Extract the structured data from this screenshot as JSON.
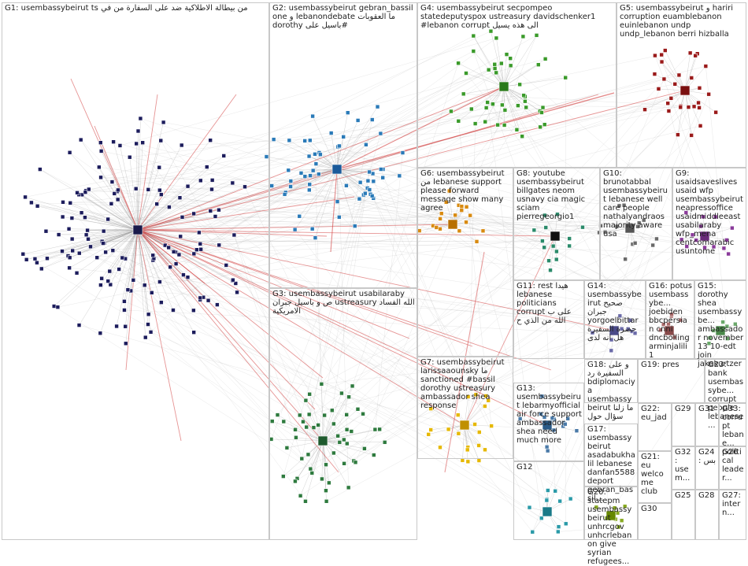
{
  "colors": {
    "edge_gray": "#9a9a9a",
    "edge_red": "#d23a3a",
    "border": "#c8c8c8",
    "g1": "#1c1c5c",
    "g2": "#2a7ab8",
    "g3": "#2e7a3e",
    "g4": "#3a9a2a",
    "g5": "#9a1a1a",
    "g6": "#d88a10",
    "g7": "#e6b800",
    "g8": "#2a8a6a",
    "g9": "#8a3a9a",
    "g10": "#6a6a6a"
  },
  "groups": [
    {
      "id": "G1",
      "label": "G1: usembassybeirut ts من بيطالة الاطلاكية ضد على السفارة من في"
    },
    {
      "id": "G2",
      "label": "G2: usembassybeirut gebran_bassil one و lebanondebate ما العقوبات dorothy باسيل على#"
    },
    {
      "id": "G3",
      "label": "G3: usembassybeirut usabilaraby ص و باسيل جبران ustreasury الله الفساد الامريكية"
    },
    {
      "id": "G4",
      "label": "G4: usembassybeirut secpompeo statedeputyspox ustreasury davidschenker1 #lebanon corrupt الى هذه يسيل"
    },
    {
      "id": "G5",
      "label": "G5: usembassybeirut و hariri corruption euamblebanon euinlebanon undp undp_lebanon berri hizballa"
    },
    {
      "id": "G6",
      "label": "G6: usembassybeirut من lebanese support please forward message show many agree"
    },
    {
      "id": "G7",
      "label": "G7: usembassybeirut larissaaounsky ما sanctioned #bassil dorothy ustreasury ambassador shea response"
    },
    {
      "id": "G8",
      "label": "G8: youtube usembassybeirut billgates neom usnavy cia magic sciam pierregeorgio1"
    },
    {
      "id": "G9",
      "label": "G9: usaidsaveslives usaid wfp usembassybeirut neapressoffice usaidmiddleeast usabilaraby wfp_mena centcomarabic usuntome"
    },
    {
      "id": "G10",
      "label": "G10: brunotabbal usembassybeirut lebanese well care people nathalyandraos majority aware usa"
    },
    {
      "id": "G11",
      "label": "G11: rest هيدا lebanese politicians corrupt على ب الله من الذي ح"
    },
    {
      "id": "G12",
      "label": "G12"
    },
    {
      "id": "G13",
      "label": "G13: usembassybeirut lebarmyofficial air force support ambassador shea need much more"
    },
    {
      "id": "G14",
      "label": "G14: usembassybeirut صحيح جبران yorgoelbittar حضرة السفيرة هل انه لدى"
    },
    {
      "id": "G15",
      "label": "G15: dorothy shea usembassybe... ambassador november 13 10-edt join jakekurtzer"
    },
    {
      "id": "G16",
      "label": "G16: potus usembassybe... joebiden bbcpersian cnni dncbolling arminjalili1"
    },
    {
      "id": "G17",
      "label": "G17: usembassybeirut asadabukhalil lebanese danfan5588 deport gebran_bassil..."
    },
    {
      "id": "G18",
      "label": "G18: و على السفيرة رد bdiplomaciya usembassybeirut ما زلنا سؤال حول"
    },
    {
      "id": "G19",
      "label": "G19: pres"
    },
    {
      "id": "G20",
      "label": "G20: statepm usembassybeirut unhrcgov unhcrlebanon give syrian refugees..."
    },
    {
      "id": "G21",
      "label": "G21: eu welcome club"
    },
    {
      "id": "G22",
      "label": "G22: eu_jad"
    },
    {
      "id": "G23",
      "label": "G23: bank usembassybe... corrupt people lebanese..."
    },
    {
      "id": "G24",
      "label": "G24: بس"
    },
    {
      "id": "G25",
      "label": "G25"
    },
    {
      "id": "G26",
      "label": "G26"
    },
    {
      "id": "G27",
      "label": "G27: intern..."
    },
    {
      "id": "G28",
      "label": "G28"
    },
    {
      "id": "G29",
      "label": "G29"
    },
    {
      "id": "G30",
      "label": "G30"
    },
    {
      "id": "G31",
      "label": "G31"
    },
    {
      "id": "G32",
      "label": "G32: usem..."
    },
    {
      "id": "G33",
      "label": "G33: corrupt lebane... political leader..."
    }
  ]
}
